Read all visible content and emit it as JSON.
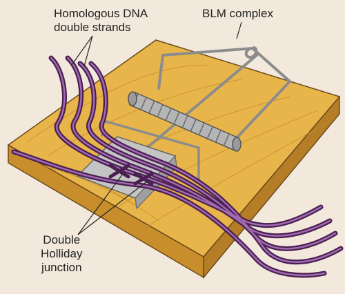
{
  "labels": {
    "dna_line1": "Homologous DNA",
    "dna_line2": "double strands",
    "blm": "BLM complex",
    "dhj_line1": "Double",
    "dhj_line2": "Holliday",
    "dhj_line3": "junction"
  },
  "colors": {
    "background": "#f2e9dc",
    "board": "#e8b54a",
    "board_side": "#c98e2c",
    "dna": "#7a3c87",
    "wire": "#8c8c8c",
    "spring": "#b5b5b5",
    "plate": "#c4c4c4"
  }
}
